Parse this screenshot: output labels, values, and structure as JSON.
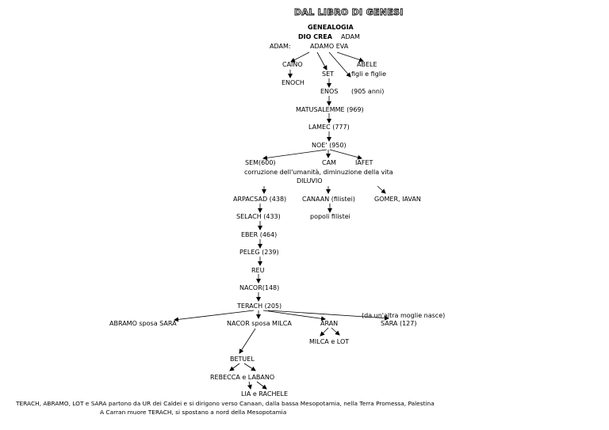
{
  "title": "DAL LIBRO DI GENESI",
  "header": {
    "genealogia": "GENEALOGIA",
    "dio_crea": "DIO CREA",
    "adam_top": "ADAM",
    "adam_label": "ADAM:",
    "adamo_eva": "ADAMO  EVA"
  },
  "nodes": {
    "caino": "CAINO",
    "abele": "ABELE",
    "set": "SET",
    "figli_figlie": "figli e figlie",
    "enoch": "ENOCH",
    "enos": "ENOS",
    "enos_age": "(905 anni)",
    "matusalemme": "MATUSALEMME (969)",
    "lamec": "LAMEC (777)",
    "noe": "NOE' (950)",
    "sem": "SEM(600)",
    "cam": "CAM",
    "iafet": "IAFET",
    "corruzione": "corruzione dell'umanità, diminuzione della vita",
    "diluvio": "DILUVIO",
    "arpacsad": "ARPACSAD (438)",
    "canaan": "CANAAN (filistei)",
    "gomer": "GOMER, IAVAN",
    "selach": "SELACH (433)",
    "popoli": "popoli filistei",
    "eber": "EBER (464)",
    "peleg": "PELEG (239)",
    "reu": "REU",
    "nacor1": "NACOR(148)",
    "terach": "TERACH (205)",
    "altra_moglie": "(da un'altra moglie nasce)",
    "abramo": "ABRAMO sposa SARA",
    "nacor2": "NACOR sposa MILCA",
    "aran": "ARAN",
    "sara": "SARA (127)",
    "milca_lot": "MILCA e LOT",
    "betuel": "BETUEL",
    "rebecca": "REBECCA e LABANO",
    "lia": "LIA e RACHELE"
  },
  "footer": {
    "line1": "TERACH, ABRAMO, LOT e SARA partono da UR dei Caldei e si dirigono verso Canaan, dalla bassa Mesopotamia, nella Terra Promessa, Palestina",
    "line2": "A Carran muore TERACH, si spostano a nord della Mesopotamia"
  }
}
